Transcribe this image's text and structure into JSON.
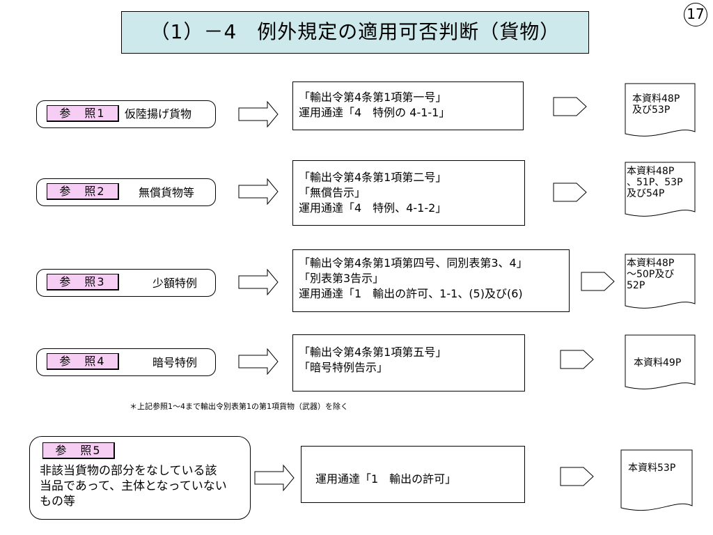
{
  "page_number": "17",
  "title": "（1）－4　例外規定の適用可否判断（貨物）",
  "rows": [
    {
      "tag": "参　照1",
      "label": "仮陸揚げ貨物",
      "desc": [
        "「輸出令第4条第1項第一号」",
        "運用通達「4　特例の 4-1-1」"
      ],
      "doc": [
        "本資料48P",
        "及び53P"
      ]
    },
    {
      "tag": "参　照2",
      "label": "無償貨物等",
      "desc": [
        "「輸出令第4条第1項第二号」",
        "「無償告示」",
        "運用通達「4　特例、4-1-2」"
      ],
      "doc": [
        "本資料48P",
        "、51P、53P",
        "及び54P"
      ]
    },
    {
      "tag": "参　照3",
      "label": "少額特例",
      "desc": [
        "「輸出令第4条第1項第四号、同別表第3、4」",
        "「別表第3告示」",
        "運用通達「1　輸出の許可、1-1、(5)及び(6)"
      ],
      "doc": [
        "本資料48P",
        "～50P及び",
        "52P"
      ]
    },
    {
      "tag": "参　照4",
      "label": "暗号特例",
      "desc": [
        "「輸出令第4条第1項第五号」",
        "「暗号特例告示」"
      ],
      "doc": [
        "本資料49P"
      ]
    }
  ],
  "note": "＊上記参照1～4まで輸出令別表第1の第1項貨物（武器）を除く",
  "row5": {
    "tag": "参　照5",
    "label_lines": [
      "非該当貨物の部分をなしている該",
      "当品であって、主体となっていない",
      "もの等"
    ],
    "desc": [
      "運用通達「1　輸出の許可」"
    ],
    "doc": [
      "本資料53P"
    ]
  }
}
